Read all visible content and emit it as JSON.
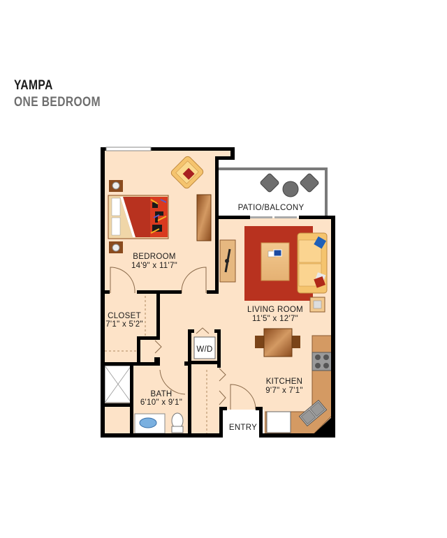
{
  "header": {
    "title": "YAMPA",
    "subtitle": "ONE BEDROOM"
  },
  "rooms": {
    "bedroom": {
      "name": "BEDROOM",
      "dims": "14'9\" x 11'7\""
    },
    "patio": {
      "name": "PATIO/BALCONY"
    },
    "living": {
      "name": "LIVING ROOM",
      "dims": "11'5\" x 12'7\""
    },
    "closet": {
      "name": "CLOSET",
      "dims": "7'1\" x 5'2\""
    },
    "wd": {
      "name": "W/D"
    },
    "kitchen": {
      "name": "KITCHEN",
      "dims": "9'7\" x 7'1\""
    },
    "bath": {
      "name": "BATH",
      "dims": "6'10\" x 9'1\""
    },
    "entry": {
      "name": "ENTRY"
    }
  },
  "colors": {
    "floor": "#fde3c8",
    "wall": "#000000",
    "rug": "#b8321f",
    "sofa": "#f5c46e",
    "wood": "#9b5a2a",
    "counter": "#d49a63",
    "patio": "#ffffff",
    "patio_wall": "#7a7a7a"
  }
}
